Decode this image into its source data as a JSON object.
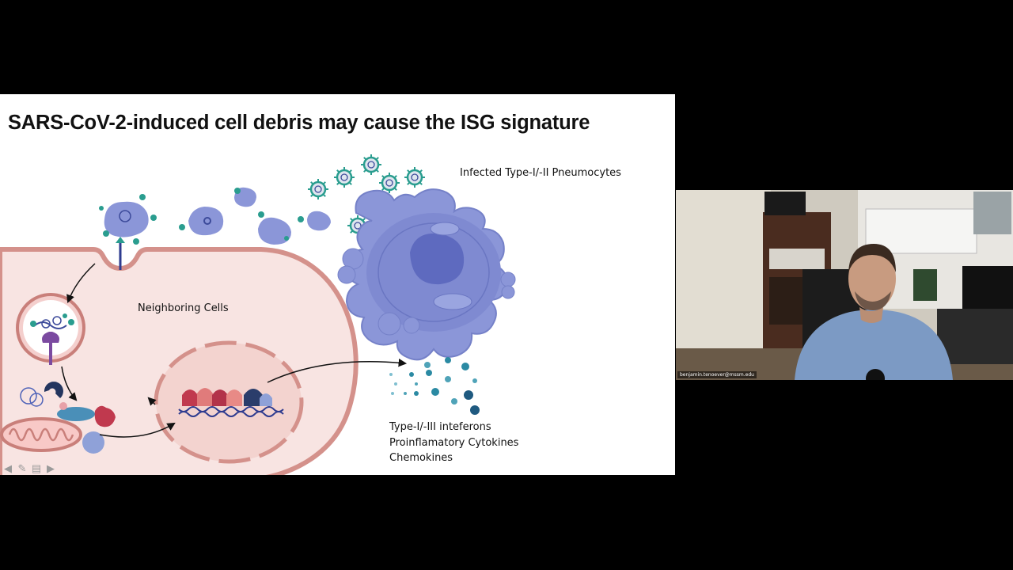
{
  "slide": {
    "title": "SARS-CoV-2-induced cell debris may cause the ISG signature",
    "label_infected": "Infected Type-I/-II Pneumocytes",
    "label_neighboring": "Neighboring Cells",
    "outputs": [
      "Type-I/-III inteferons",
      "Proinflamatory Cytokines",
      "Chemokines"
    ],
    "controls": [
      "previous-slide-icon",
      "pen-icon",
      "menu-icon",
      "next-slide-icon"
    ]
  },
  "video": {
    "participant_name": "benjamin.tenoever@mssm.edu"
  },
  "colors": {
    "background": "#000000",
    "cell_fill": "#f8e4e2",
    "cell_border": "#d4918b",
    "infected_cell": "#8b96d8",
    "nucleus": "#5e6abf",
    "virus_teal": "#2a9d8f",
    "dot_teal": "#2b8aa3"
  }
}
